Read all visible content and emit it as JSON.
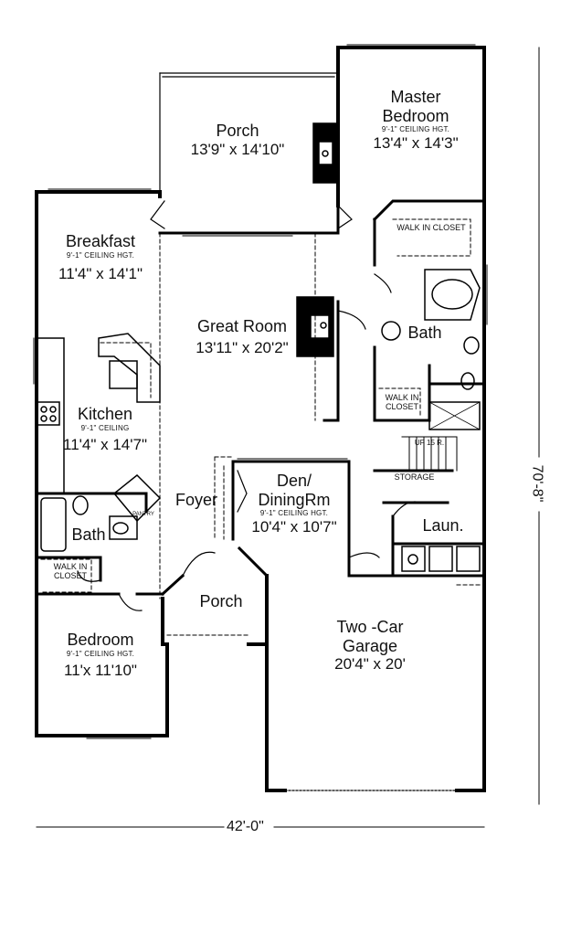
{
  "rooms": {
    "porch_rear": {
      "name": "Porch",
      "size": "13'9\" x 14'10\""
    },
    "master": {
      "name_line1": "Master",
      "name_line2": "Bedroom",
      "ceiling": "9'-1\" CEILING HGT.",
      "size": "13'4\" x 14'3\""
    },
    "breakfast": {
      "name": "Breakfast",
      "ceiling": "9'-1\" CEILING HGT.",
      "size": "11'4\" x 14'1\""
    },
    "great_room": {
      "name": "Great Room",
      "size": "13'11\" x 20'2\""
    },
    "kitchen": {
      "name": "Kitchen",
      "ceiling": "9'-1\" CEILING",
      "size": "11'4\" x 14'7\""
    },
    "den": {
      "name_line1": "Den/",
      "name_line2": "DiningRm",
      "ceiling": "9'-1\" CEILING HGT.",
      "size": "10'4\" x 10'7\""
    },
    "foyer": {
      "name": "Foyer"
    },
    "bath_left": {
      "name": "Bath"
    },
    "bath_master": {
      "name": "Bath"
    },
    "porch_front": {
      "name": "Porch"
    },
    "bedroom": {
      "name": "Bedroom",
      "ceiling": "9'-1\" CEILING HGT.",
      "size": "11'x 11'10\""
    },
    "garage": {
      "name_line1": "Two -Car",
      "name_line2": "Garage",
      "size": "20'4\" x 20'"
    },
    "laundry": {
      "name": "Laun."
    }
  },
  "labels": {
    "walk_in_closet_master": "WALK IN CLOSET",
    "walk_in_closet_mid_1": "WALK IN",
    "walk_in_closet_mid_2": "CLOSET",
    "walk_in_closet_bed_1": "WALK IN",
    "walk_in_closet_bed_2": "CLOSET",
    "storage": "STORAGE",
    "pantry": "PANTRY",
    "stairs": "UP 15 R."
  },
  "dimensions": {
    "width": "42'-0\"",
    "depth": "70'-8\""
  }
}
